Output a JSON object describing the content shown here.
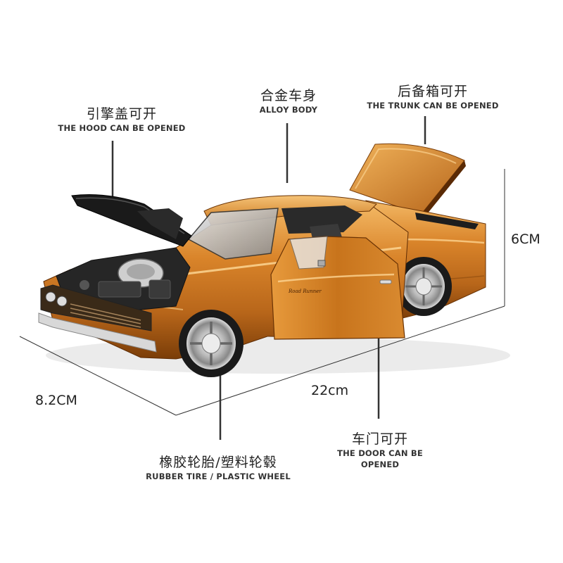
{
  "callouts": {
    "hood": {
      "cn": "引擎盖可开",
      "en": "THE HOOD CAN BE OPENED"
    },
    "body": {
      "cn": "合金车身",
      "en": "ALLOY BODY"
    },
    "trunk": {
      "cn": "后备箱可开",
      "en": "THE TRUNK CAN BE OPENED"
    },
    "tire": {
      "cn": "橡胶轮胎/塑料轮毂",
      "en": "RUBBER TIRE / PLASTIC WHEEL"
    },
    "door": {
      "cn": "车门可开",
      "en": "THE DOOR CAN BE OPENED"
    }
  },
  "dimensions": {
    "height": "6CM",
    "width": "8.2CM",
    "length": "22cm"
  },
  "car": {
    "door_script": "Road Runner",
    "body_color": "#c8741c",
    "body_highlight": "#f0b25a",
    "body_shadow": "#7a3d08"
  }
}
